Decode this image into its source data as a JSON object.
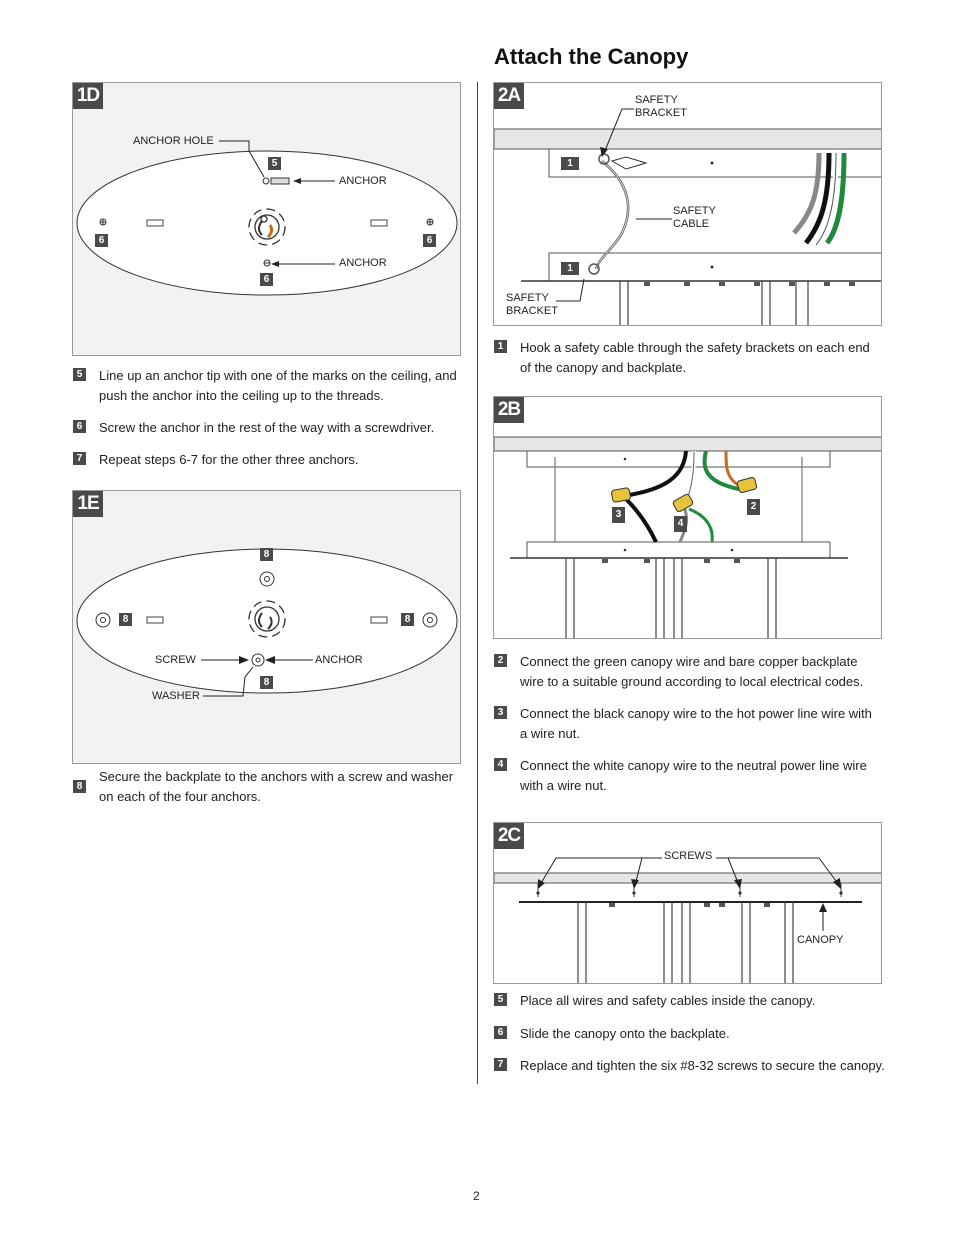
{
  "heading": "Attach the Canopy",
  "page_number": "2",
  "panel_1d": {
    "tag": "1D",
    "labels": {
      "anchor_hole": "ANCHOR HOLE",
      "anchor_top": "ANCHOR",
      "anchor_bottom": "ANCHOR"
    },
    "callouts": {
      "top": "5",
      "left": "6",
      "right": "6",
      "bottom": "6"
    }
  },
  "steps_1d": [
    {
      "num": "5",
      "text": "Line up an anchor tip with one of the marks on the ceiling, and push the anchor into the ceiling up to the threads."
    },
    {
      "num": "6",
      "text": "Screw the anchor in the rest of the way with a screwdriver."
    },
    {
      "num": "7",
      "text": "Repeat steps 6-7 for the other three anchors."
    }
  ],
  "panel_1e": {
    "tag": "1E",
    "labels": {
      "screw": "SCREW",
      "anchor": "ANCHOR",
      "washer": "WASHER"
    },
    "callouts": {
      "top": "8",
      "left": "8",
      "right": "8",
      "bottom": "8"
    }
  },
  "steps_1e": [
    {
      "num": "8",
      "text": "Secure the backplate to the anchors with a screw and washer on each of the four anchors."
    }
  ],
  "panel_2a": {
    "tag": "2A",
    "labels": {
      "safety_bracket_top_1": "SAFETY",
      "safety_bracket_top_2": "BRACKET",
      "safety_cable_1": "SAFETY",
      "safety_cable_2": "CABLE",
      "safety_bracket_bottom_1": "SAFETY",
      "safety_bracket_bottom_2": "BRACKET"
    },
    "callouts": {
      "top": "1",
      "bottom": "1"
    }
  },
  "steps_2a": [
    {
      "num": "1",
      "text": "Hook a safety cable through the safety brackets on each end of the canopy and backplate."
    }
  ],
  "panel_2b": {
    "tag": "2B",
    "callouts": {
      "c3": "3",
      "c4": "4",
      "c2": "2"
    }
  },
  "steps_2b": [
    {
      "num": "2",
      "text": "Connect the green canopy wire and bare copper backplate wire to a suitable ground according to local electrical codes."
    },
    {
      "num": "3",
      "text": "Connect the black canopy wire to the hot power line wire with a wire nut."
    },
    {
      "num": "4",
      "text": "Connect the white canopy wire to the neutral power line wire with a wire nut."
    }
  ],
  "panel_2c": {
    "tag": "2C",
    "labels": {
      "screws": "SCREWS",
      "canopy": "CANOPY"
    }
  },
  "steps_2c": [
    {
      "num": "5",
      "text": "Place all wires and safety cables inside the canopy."
    },
    {
      "num": "6",
      "text": "Slide the canopy onto the backplate."
    },
    {
      "num": "7",
      "text": "Replace and tighten the six #8-32 screws to secure the canopy."
    }
  ]
}
